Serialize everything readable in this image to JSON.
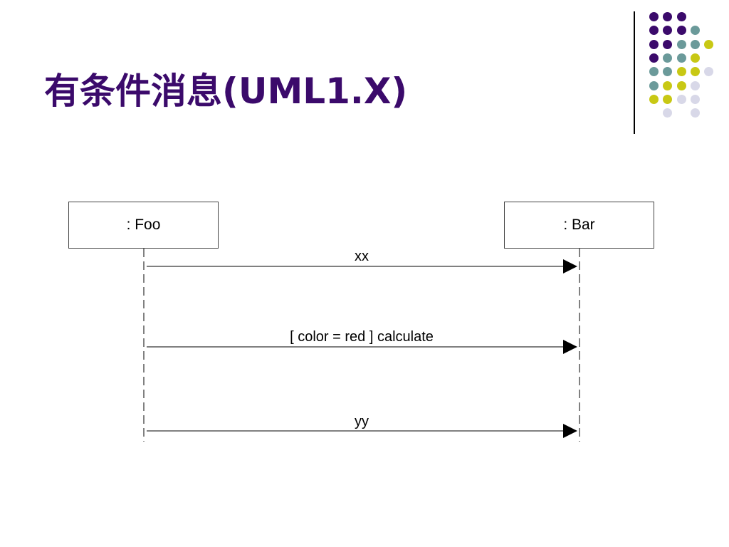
{
  "slide": {
    "title": "有条件消息(UML1.X)",
    "colors": {
      "title": "#3b0a6b",
      "purple": "#3b0a6b",
      "teal": "#6b9a9a",
      "yellow": "#c8c814",
      "lavender": "#d8d8e8"
    }
  },
  "decoration": {
    "dots": [
      [
        "purple",
        "purple",
        "purple",
        null,
        null
      ],
      [
        "purple",
        "purple",
        "purple",
        "teal",
        null
      ],
      [
        "purple",
        "purple",
        "teal",
        "teal",
        "yellow"
      ],
      [
        "purple",
        "teal",
        "teal",
        "yellow",
        null
      ],
      [
        "teal",
        "teal",
        "yellow",
        "yellow",
        "lavender"
      ],
      [
        "teal",
        "yellow",
        "yellow",
        "lavender",
        null
      ],
      [
        "yellow",
        "yellow",
        "lavender",
        "lavender",
        null
      ],
      [
        null,
        "lavender",
        null,
        "lavender",
        null
      ]
    ]
  },
  "diagram": {
    "lifelines": [
      {
        "label": ": Foo"
      },
      {
        "label": ": Bar"
      }
    ],
    "messages": [
      {
        "label": "xx"
      },
      {
        "label": "[ color = red ] calculate"
      },
      {
        "label": "yy"
      }
    ]
  }
}
